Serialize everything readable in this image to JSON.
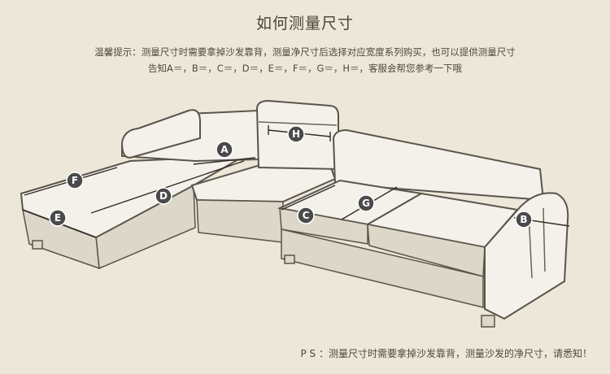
{
  "title": "如何测量尺寸",
  "tip_line1": "温馨提示：测量尺寸时需要拿掉沙发靠背，测量净尺寸后选择对应宽度系列购买，也可以提供测量尺寸",
  "tip_line2": "告知A＝，B＝，C＝，D＝，E＝，F＝，G＝，H＝，客服会帮您参考一下哦",
  "ps": "P S ：测量尺寸时需要拿掉沙发靠背，测量沙发的净尺寸，请悉知！",
  "labels": {
    "A": "A",
    "B": "B",
    "C": "C",
    "D": "D",
    "E": "E",
    "F": "F",
    "G": "G",
    "H": "H"
  },
  "colors": {
    "background": "#ece7d9",
    "badge": "#4a4a4a"
  }
}
